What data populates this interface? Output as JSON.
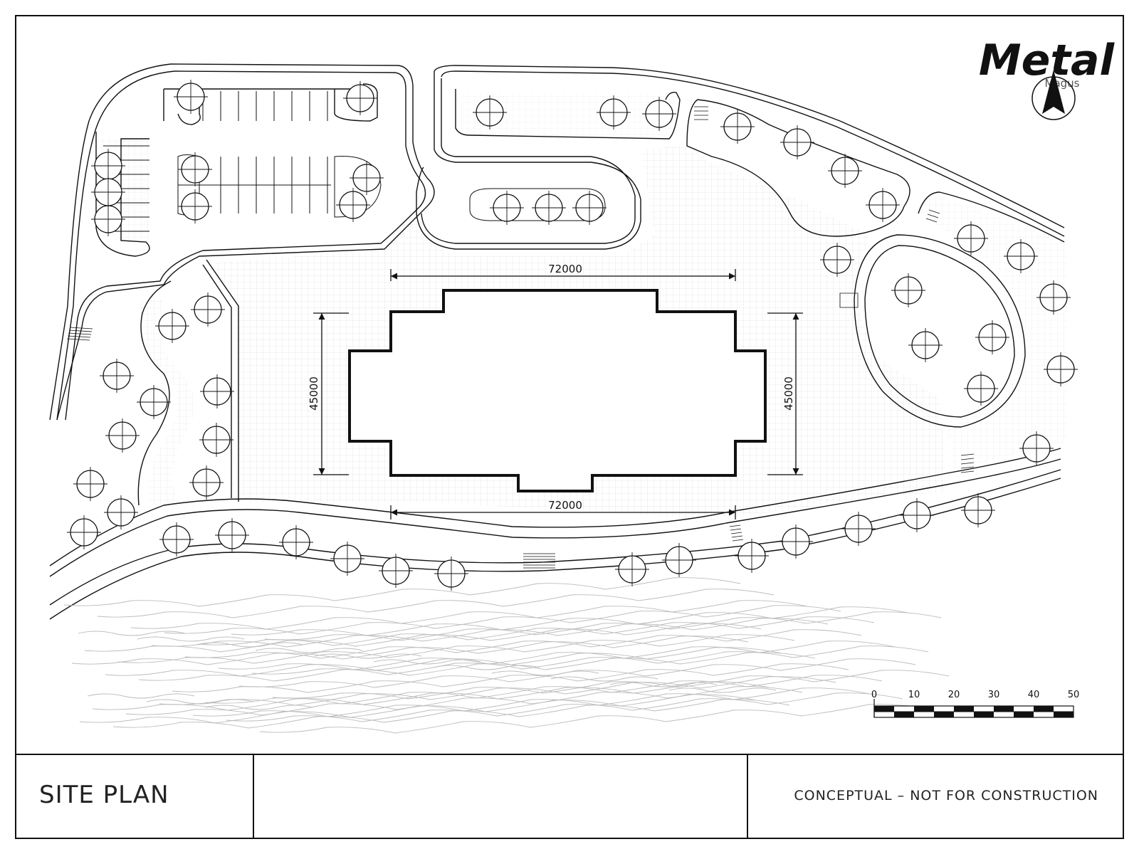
{
  "logo": {
    "brand": "Metal",
    "sub": "Magus"
  },
  "dimensions": {
    "top_width": "72000",
    "bottom_width": "72000",
    "left_height": "45000",
    "right_height": "45000"
  },
  "scale_bar": {
    "ticks": [
      "0",
      "10",
      "20",
      "30",
      "40",
      "50"
    ]
  },
  "title_block": {
    "title": "SITE PLAN",
    "note": "CONCEPTUAL – NOT FOR CONSTRUCTION"
  },
  "colors": {
    "line": "#111111",
    "grid": "#cfcfcf",
    "water": "#bdbdbd"
  }
}
